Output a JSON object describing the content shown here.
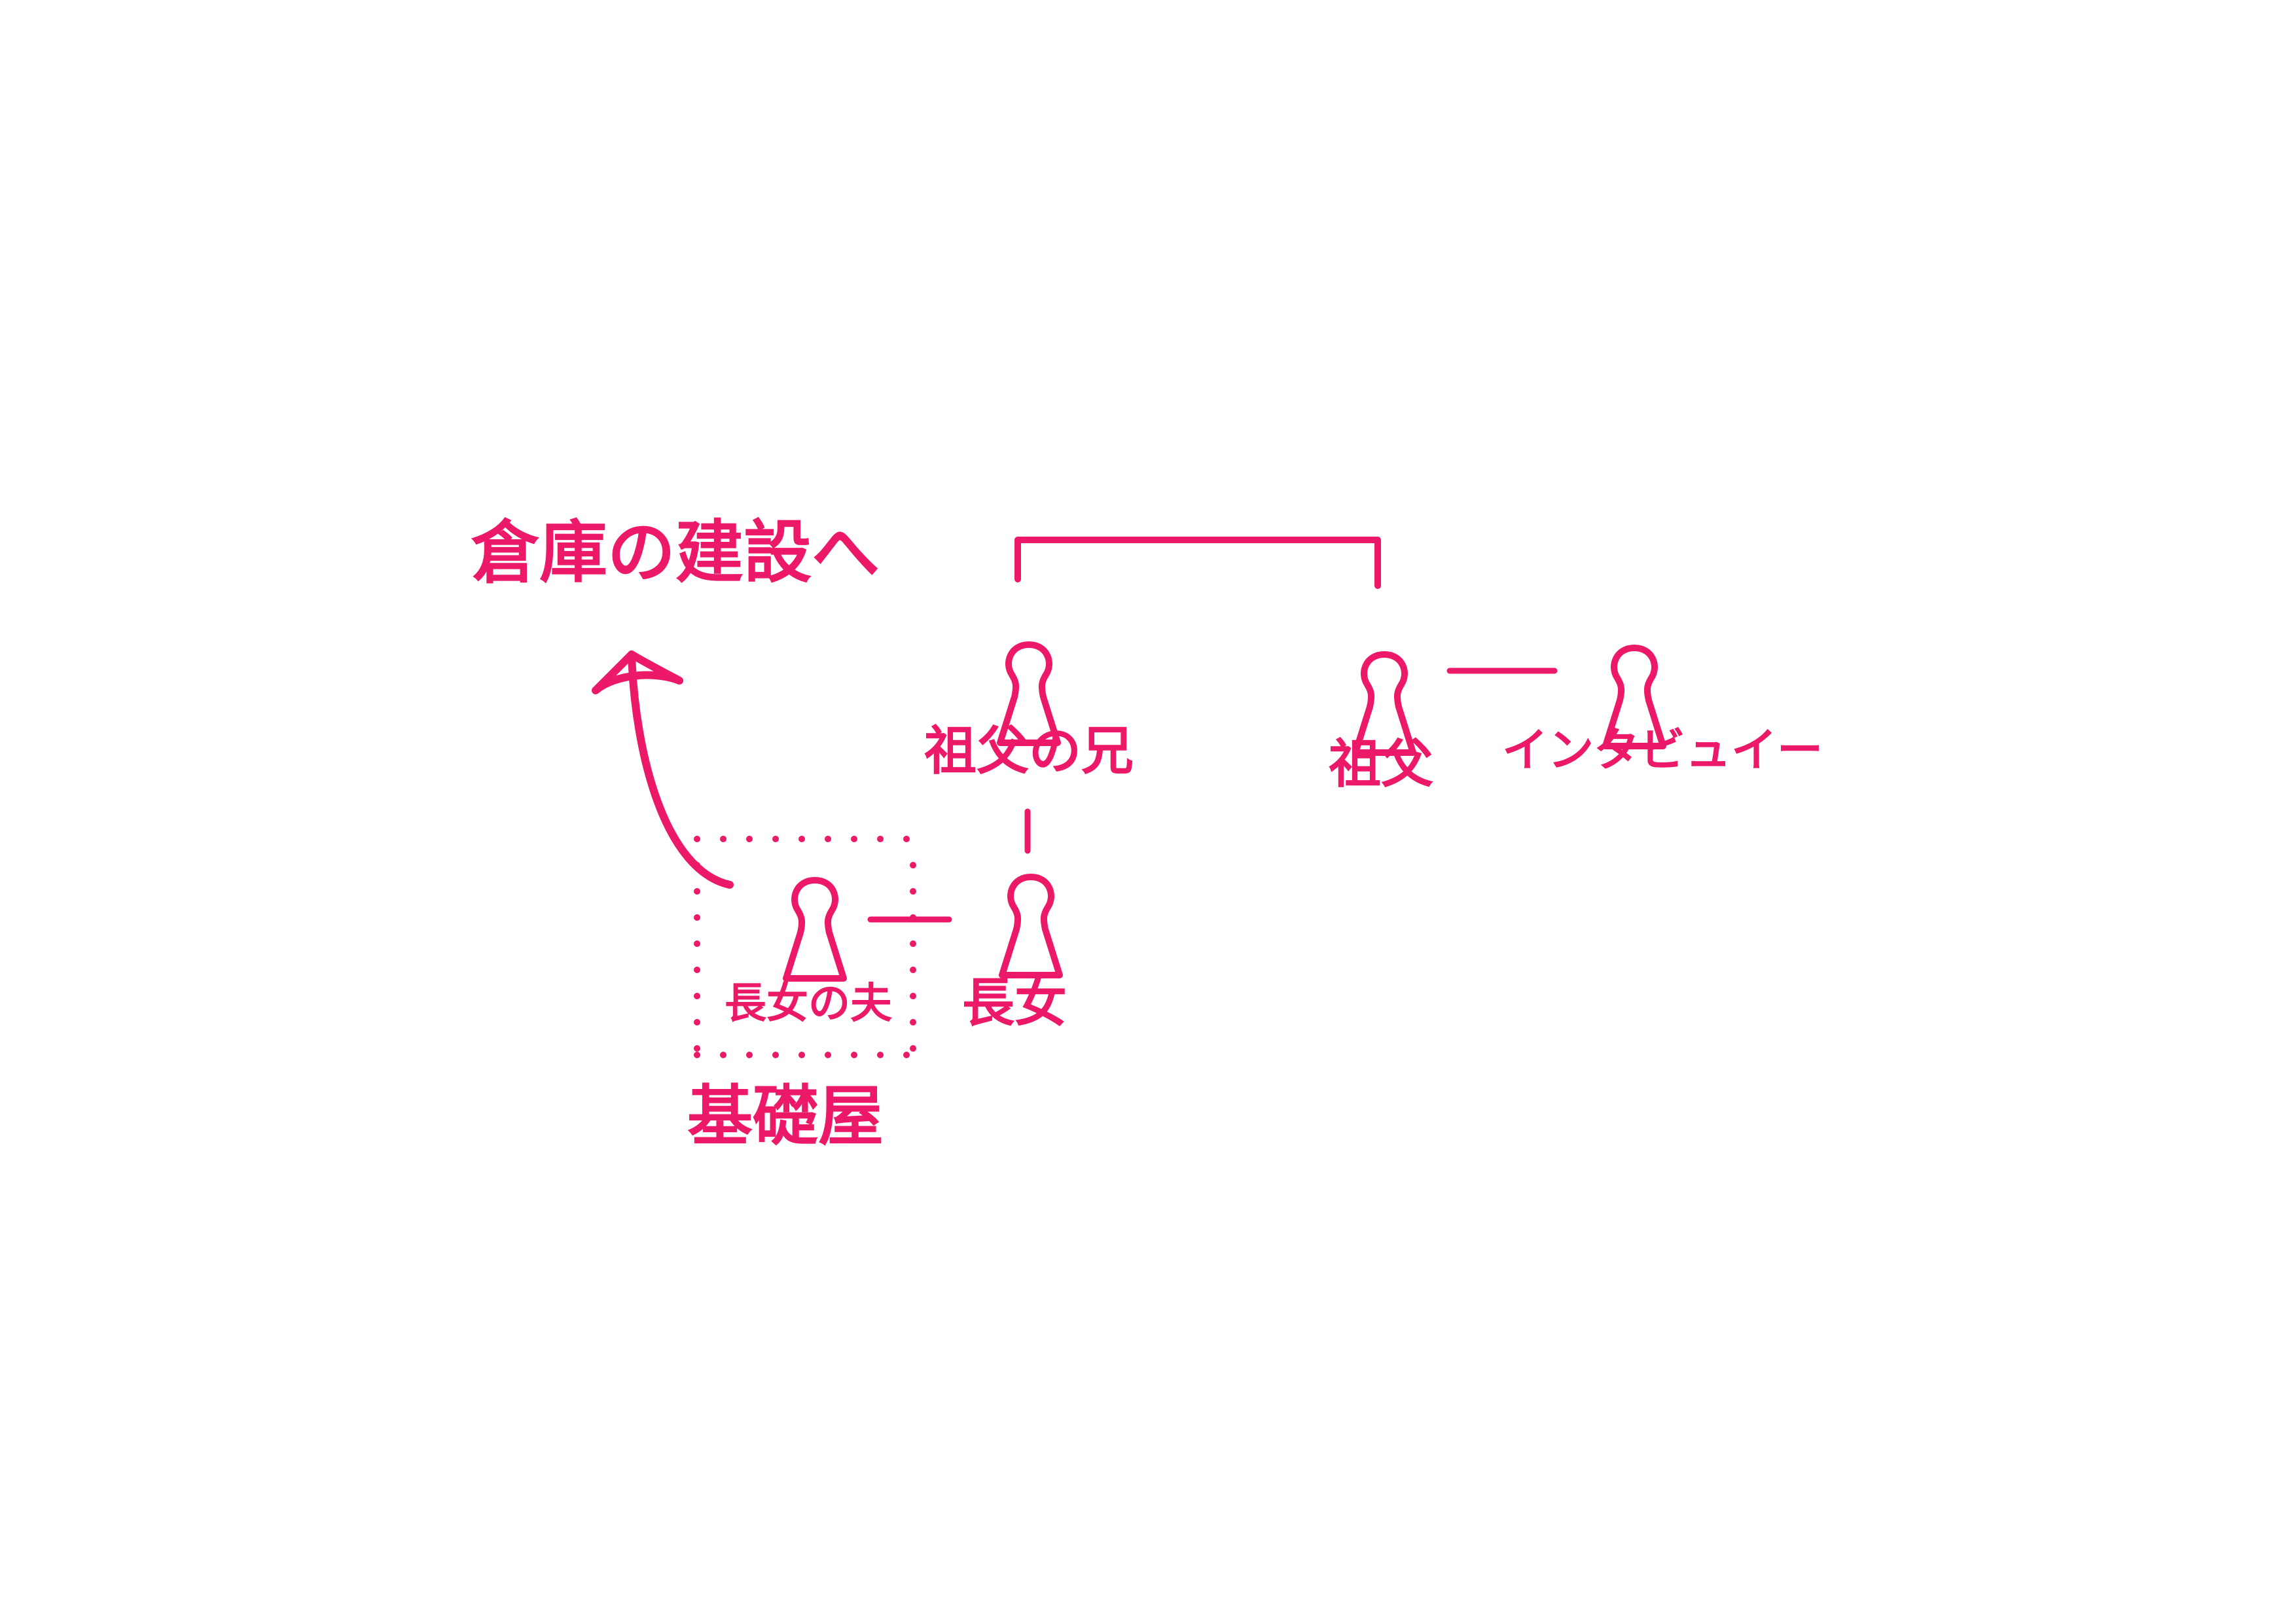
{
  "diagram": {
    "ink_color": "#ec1868",
    "background": "#ffffff",
    "annotation": "倉庫の建設へ",
    "foundation_label": "基礎屋",
    "people": {
      "grandfather_brother": {
        "label": "祖父の兄",
        "icon": "person-icon"
      },
      "grandfather": {
        "label": "祖父",
        "icon": "person-icon"
      },
      "interviewee": {
        "label": "インタビュイー",
        "icon": "person-icon"
      },
      "eldest_daughter": {
        "label": "長女",
        "icon": "person-icon"
      },
      "eldest_daughter_husband": {
        "label": "長女の夫",
        "icon": "person-icon"
      }
    },
    "relations": [
      {
        "from": "grandfather_brother",
        "to": "grandfather",
        "type": "sibling-bracket"
      },
      {
        "from": "grandfather",
        "to": "interviewee",
        "type": "line"
      },
      {
        "from": "grandfather_brother",
        "to": "eldest_daughter",
        "type": "descent"
      },
      {
        "from": "eldest_daughter_husband",
        "to": "eldest_daughter",
        "type": "marriage"
      }
    ]
  }
}
